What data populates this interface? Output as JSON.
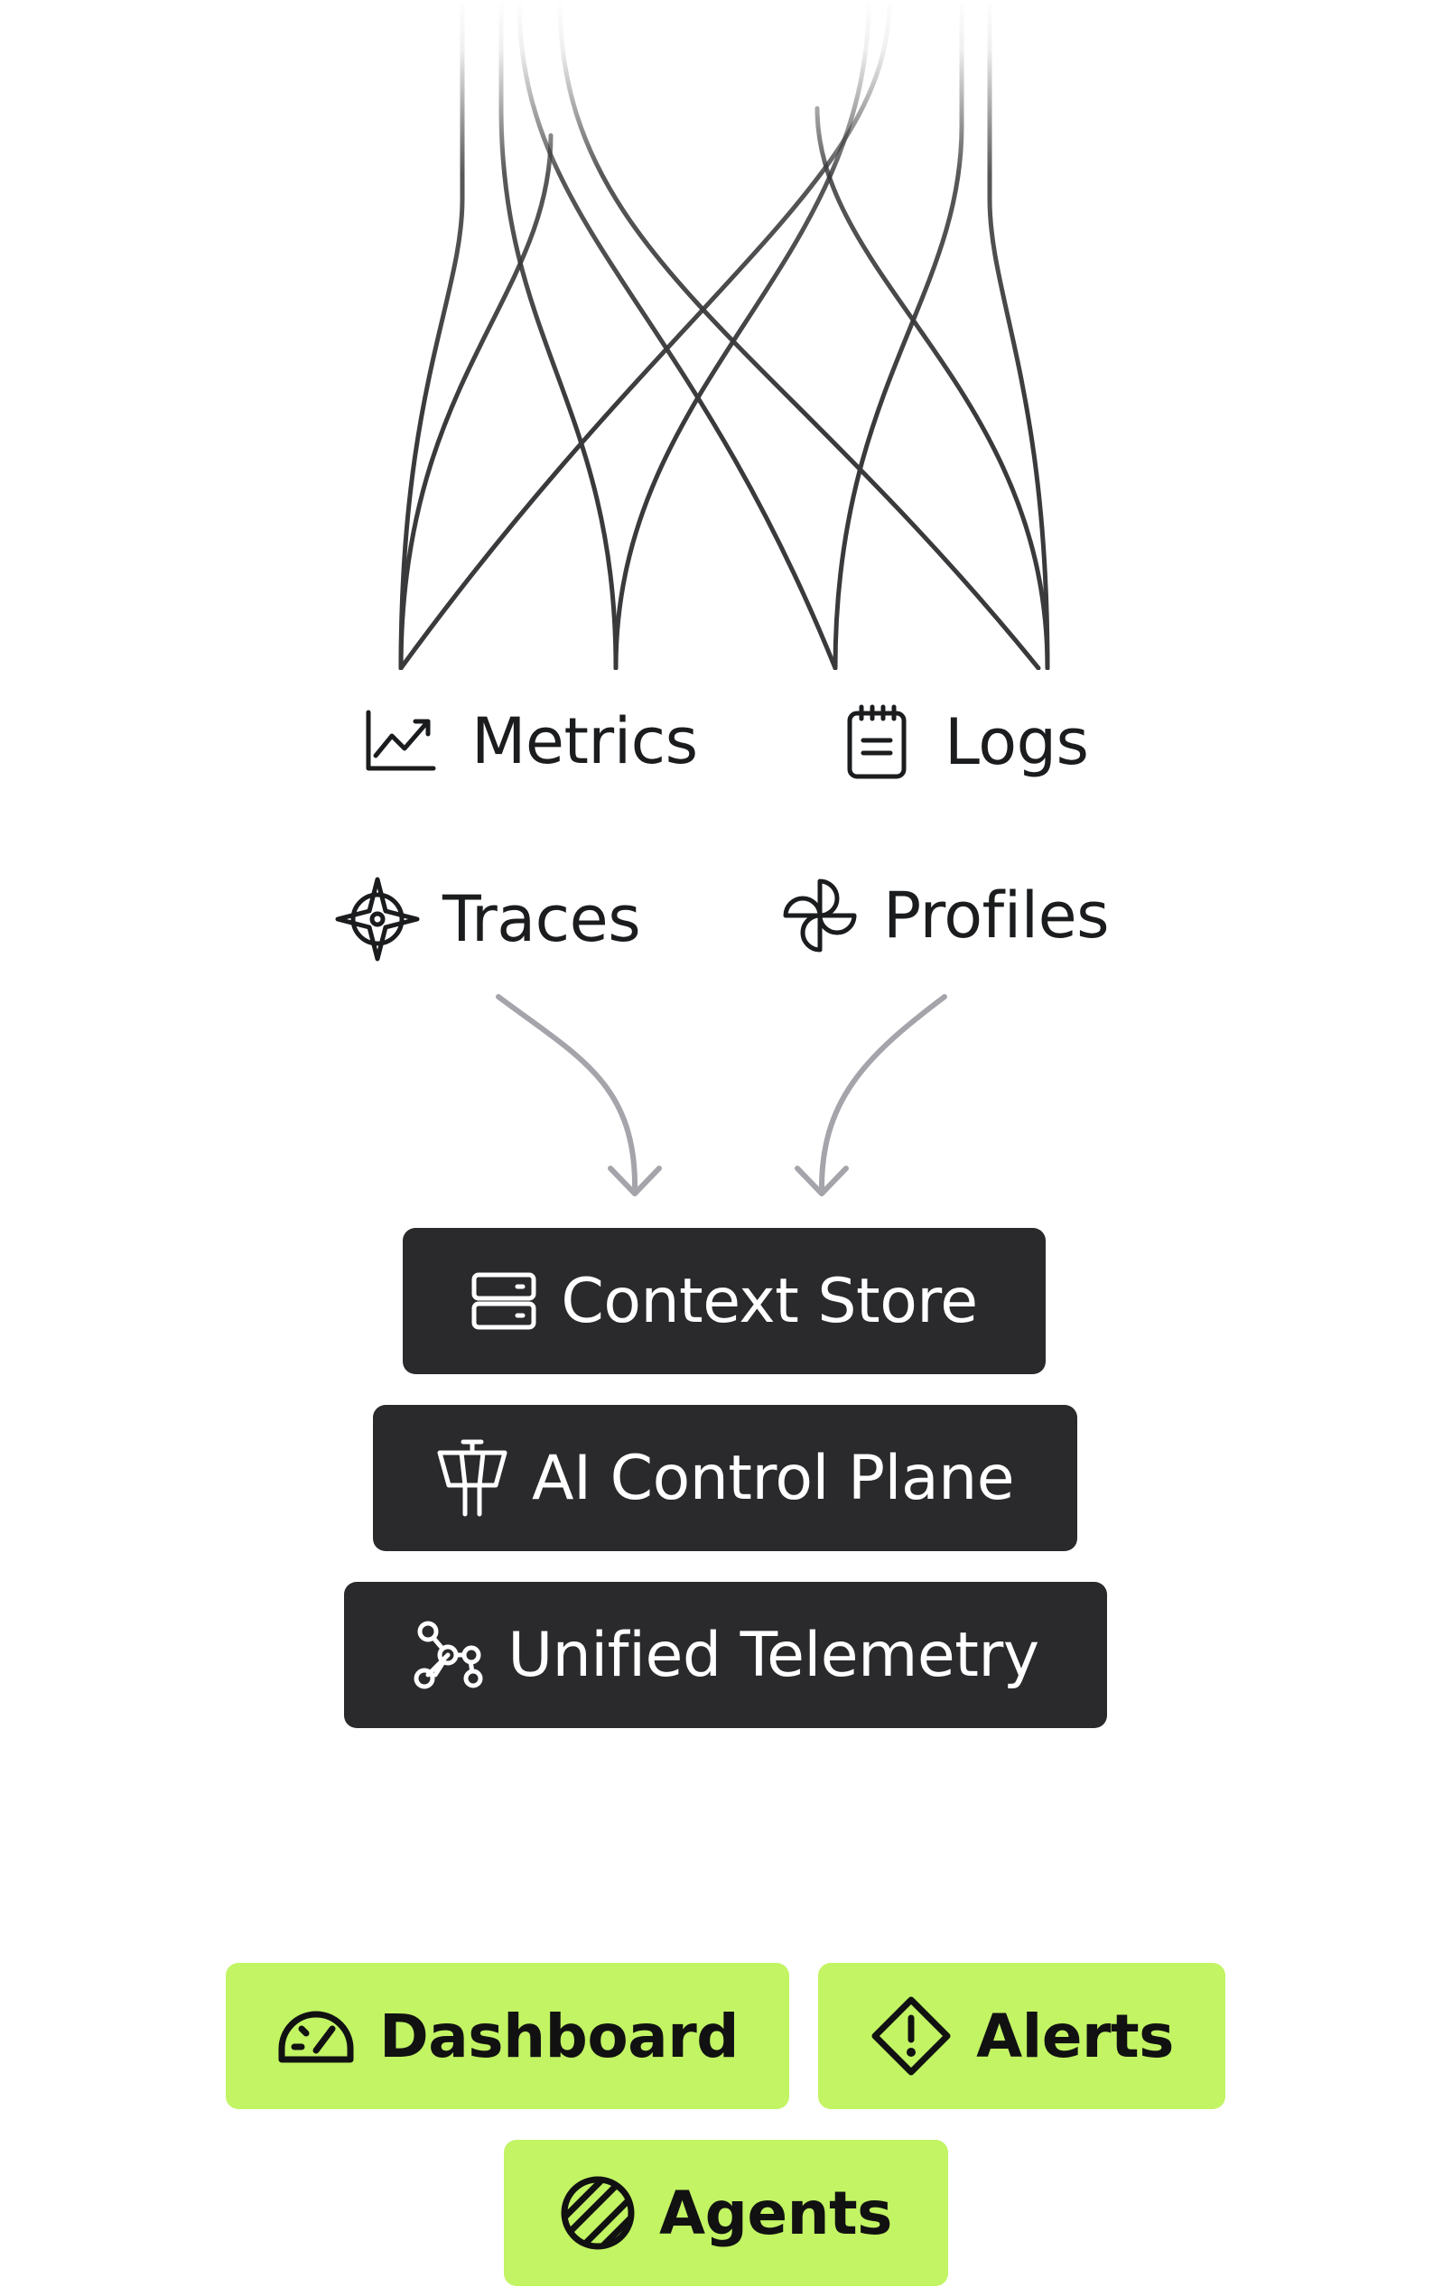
{
  "sources": {
    "metrics": {
      "label": "Metrics",
      "icon": "line-chart-icon"
    },
    "logs": {
      "label": "Logs",
      "icon": "notepad-icon"
    },
    "traces": {
      "label": "Traces",
      "icon": "compass-icon"
    },
    "profiles": {
      "label": "Profiles",
      "icon": "pinwheel-icon"
    }
  },
  "stack": {
    "context_store": {
      "label": "Context Store",
      "icon": "server-icon"
    },
    "ai_control_plane": {
      "label": "AI Control Plane",
      "icon": "control-tower-icon"
    },
    "unified_telemetry": {
      "label": "Unified Telemetry",
      "icon": "network-graph-icon"
    }
  },
  "outputs": {
    "dashboard": {
      "label": "Dashboard",
      "icon": "gauge-icon"
    },
    "alerts": {
      "label": "Alerts",
      "icon": "alert-diamond-icon"
    },
    "agents": {
      "label": "Agents",
      "icon": "striped-circle-icon"
    }
  },
  "colors": {
    "line": "#3a3a3c",
    "arrow": "#a4a4aa",
    "layer_bg": "#2a2a2c",
    "layer_text": "#ffffff",
    "output_bg": "#c2f464",
    "output_text": "#111111",
    "label_text": "#1b1c1e"
  }
}
